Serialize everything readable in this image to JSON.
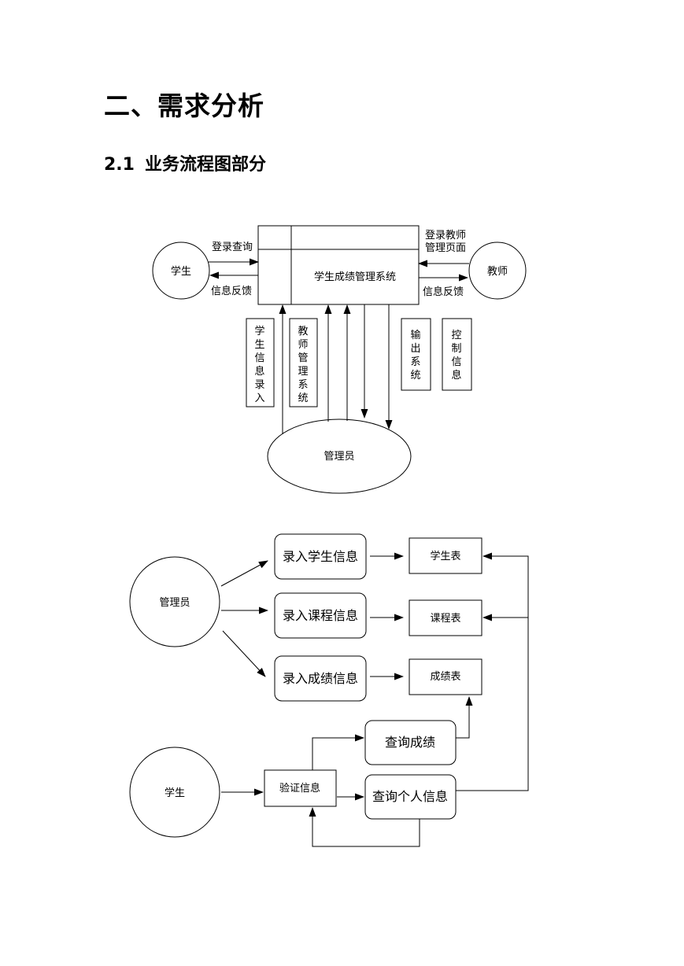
{
  "heading": "二、需求分析",
  "section": {
    "number": "2.1",
    "title": "业务流程图部分"
  },
  "diagram1": {
    "student": "学生",
    "teacher": "教师",
    "system": "学生成绩管理系统",
    "admin": "管理员",
    "login_query": "登录查询",
    "info_feedback_left": "信息反馈",
    "login_teacher_line1": "登录教师",
    "login_teacher_line2": "管理页面",
    "info_feedback_right": "信息反馈",
    "vlabel1": [
      "学",
      "生",
      "信",
      "息",
      "录",
      "入"
    ],
    "vlabel2": [
      "教",
      "师",
      "管",
      "理",
      "系",
      "统"
    ],
    "vlabel3": [
      "输",
      "出",
      "系",
      "统"
    ],
    "vlabel4": [
      "控",
      "制",
      "信",
      "息"
    ]
  },
  "diagram2": {
    "admin": "管理员",
    "student": "学生",
    "enter_student_info": "录入学生信息",
    "enter_course_info": "录入课程信息",
    "enter_score_info": "录入成绩信息",
    "student_table": "学生表",
    "course_table": "课程表",
    "score_table": "成绩表",
    "verify_info": "验证信息",
    "query_score": "查询成绩",
    "query_personal_info": "查询个人信息"
  }
}
